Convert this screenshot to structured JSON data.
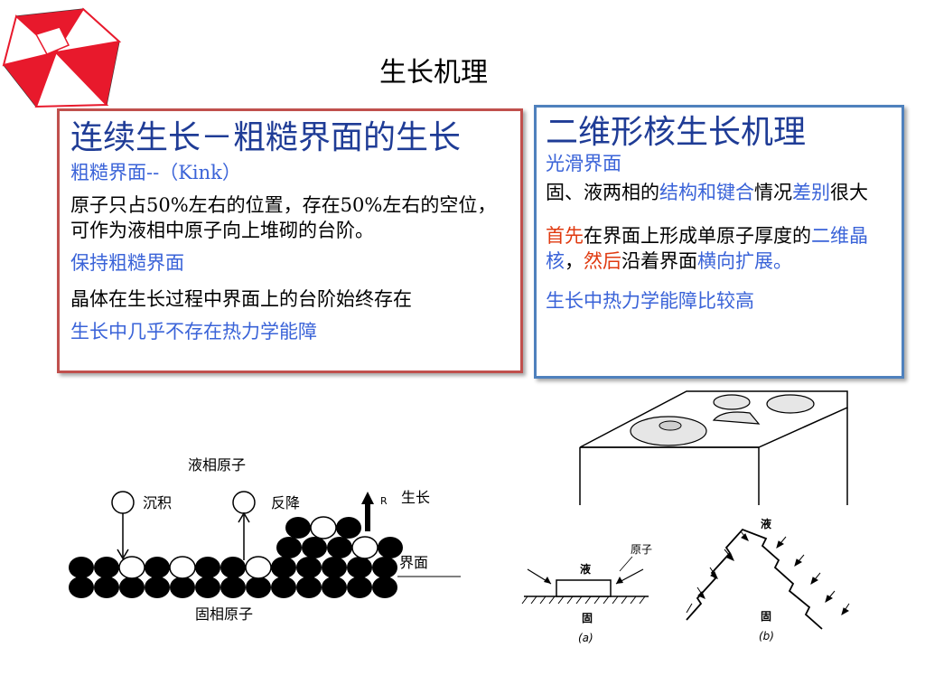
{
  "slide": {
    "title": "生长机理"
  },
  "left_box": {
    "heading": "连续生长－粗糙界面的生长",
    "subheading": "粗糙界面--（Kink）",
    "para1": "原子只占50%左右的位置，存在50%左右的空位，可作为液相中原子向上堆砌的台阶。",
    "point1": "保持粗糙界面",
    "para2": "晶体在生长过程中界面上的台阶始终存在",
    "point2": "生长中几乎不存在热力学能障"
  },
  "right_box": {
    "heading": "二维形核生长机理",
    "subheading": "光滑界面",
    "line1_a": "固、液两相的",
    "line1_b": "结构和键合",
    "line1_c": "情况",
    "line1_d": "差别",
    "line1_e": "很大",
    "line2_a": "首先",
    "line2_b": "在界面上形成单原子厚度的",
    "line2_c": "二维晶核",
    "line2_d": "，",
    "line2_e": "然后",
    "line2_f": "沿着界面",
    "line2_g": "横向扩展。",
    "line3": "生长中热力学能障比较高"
  },
  "diagram_left": {
    "label_liquid_atom": "液相原子",
    "label_deposit": "沉积",
    "label_reverse": "反降",
    "label_r": "R",
    "label_growth": "生长",
    "label_interface": "界面",
    "label_solid_atom": "固相原子"
  },
  "diagram_bottom": {
    "label_atom": "原子",
    "label_liquid_a": "液",
    "label_solid_a": "固",
    "caption_a": "(a)",
    "label_liquid_b": "液",
    "label_solid_b": "固",
    "caption_b": "(b)"
  },
  "colors": {
    "red_border": "#c0504d",
    "blue_border": "#4f81bd",
    "blue_text": "#3a63d8",
    "red_text": "#e03a10"
  }
}
